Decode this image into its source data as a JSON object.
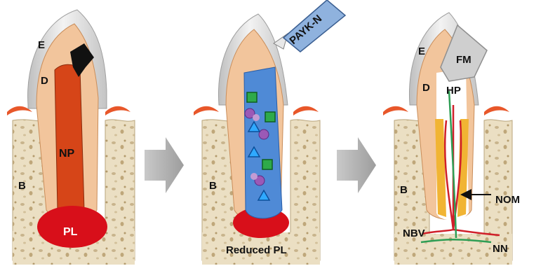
{
  "colors": {
    "enamel": "#d7d7d7",
    "dentin": "#f2c59c",
    "necrotic_pulp": "#d64518",
    "lesion": "#d80f1a",
    "bone": "#e9dcc0",
    "gum": "#e8572a",
    "scaffold": "#4f8ad6",
    "syringe": "#8fb2de",
    "odontoblast": "#f1b433",
    "vessel": "#d0202a",
    "nerve": "#2e9e55",
    "arrow": "#a8a8a8"
  },
  "panel1": {
    "label_e": "E",
    "label_d": "D",
    "label_np": "NP",
    "label_b": "B",
    "label_pl": "PL"
  },
  "panel2": {
    "syringe_text": "PAYK-N",
    "label_b": "B",
    "label_reduced_pl": "Reduced PL"
  },
  "panel3": {
    "label_e": "E",
    "label_fm": "FM",
    "label_d": "D",
    "label_hp": "HP",
    "label_b": "B",
    "label_nom": "NOM",
    "label_nbv": "NBV",
    "label_nn": "NN"
  }
}
